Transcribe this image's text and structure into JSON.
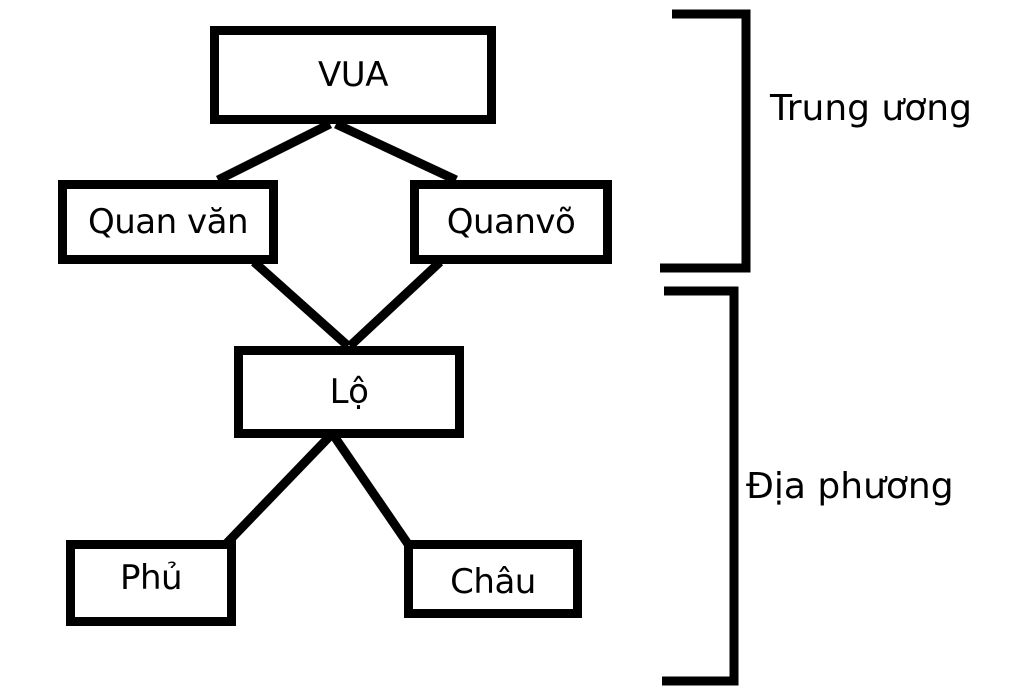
{
  "diagram": {
    "nodes": {
      "vua": "VUA",
      "quan_van": "Quan văn",
      "quan_vo": "Quanvõ",
      "lo": "Lộ",
      "phu": "Phủ",
      "chau": "Châu"
    },
    "edges": [
      [
        "vua",
        "quan_van"
      ],
      [
        "vua",
        "quan_vo"
      ],
      [
        "quan_van",
        "lo"
      ],
      [
        "quan_vo",
        "lo"
      ],
      [
        "lo",
        "phu"
      ],
      [
        "lo",
        "chau"
      ]
    ],
    "groups": {
      "central": "Trung ương",
      "local": "Địa phương"
    },
    "colors": {
      "line": "#000000",
      "background": "#ffffff"
    }
  }
}
